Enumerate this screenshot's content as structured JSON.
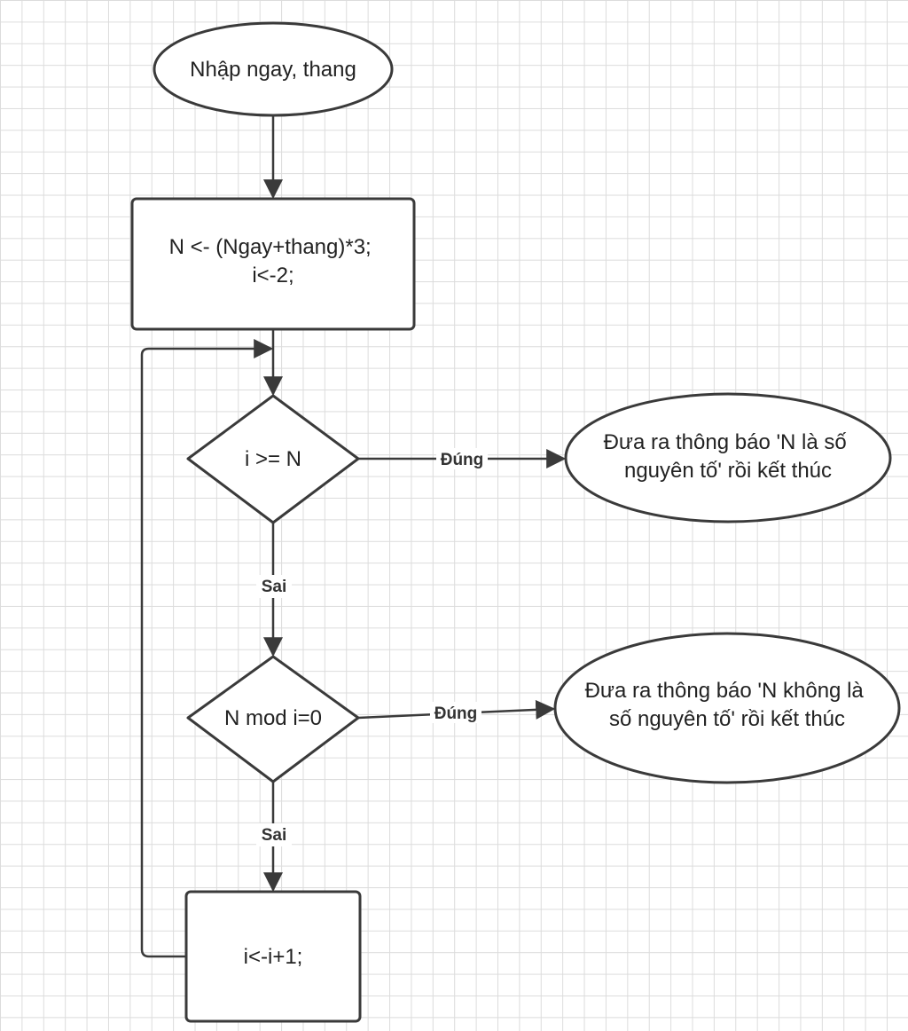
{
  "nodes": {
    "input": {
      "lines": [
        "Nhập ngay, thang"
      ]
    },
    "init": {
      "lines": [
        "N <- (Ngay+thang)*3;",
        "i<-2;"
      ]
    },
    "cond_ge": {
      "lines": [
        "i >= N"
      ]
    },
    "prime_out": {
      "lines": [
        "Đưa ra thông báo 'N là số",
        "nguyên tố' rồi kết thúc"
      ]
    },
    "cond_mod": {
      "lines": [
        "N mod i=0"
      ]
    },
    "not_prime_out": {
      "lines": [
        "Đưa ra thông báo 'N không là",
        "số nguyên tố' rồi kết thúc"
      ]
    },
    "increment": {
      "lines": [
        "i<-i+1;"
      ]
    }
  },
  "edges": {
    "ge_true": "Đúng",
    "ge_false": "Sai",
    "mod_true": "Đúng",
    "mod_false": "Sai"
  },
  "colors": {
    "stroke": "#3a3a3a",
    "text": "#222222",
    "grid": "#dcdcdc",
    "background": "#ffffff"
  }
}
